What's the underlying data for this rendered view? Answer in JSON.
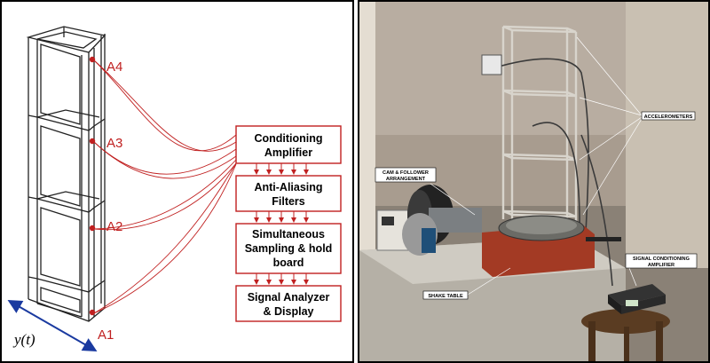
{
  "schematic": {
    "sensors": [
      "A4",
      "A3",
      "A2",
      "A1"
    ],
    "axis_label": "y(t)",
    "blocks": [
      [
        "Conditioning",
        "Amplifier"
      ],
      [
        "Anti-Aliasing",
        "Filters"
      ],
      [
        "Simultaneous",
        "Sampling & hold",
        "board"
      ],
      [
        "Signal Analyzer",
        "& Display"
      ]
    ]
  },
  "photo": {
    "labels": {
      "accelerometers": "ACCELEROMETERS",
      "cam_follower_line1": "CAM & FOLLOWER",
      "cam_follower_line2": "ARRANGEMENT",
      "shake_table": "SHAKE TABLE",
      "signal_conditioning_line1": "SIGNAL CONDITIONING",
      "signal_conditioning_line2": "AMPLIFIER"
    }
  },
  "colors": {
    "wire": "#c02020",
    "sensor": "#c02020",
    "axis_arrow": "#1a3aa0"
  }
}
